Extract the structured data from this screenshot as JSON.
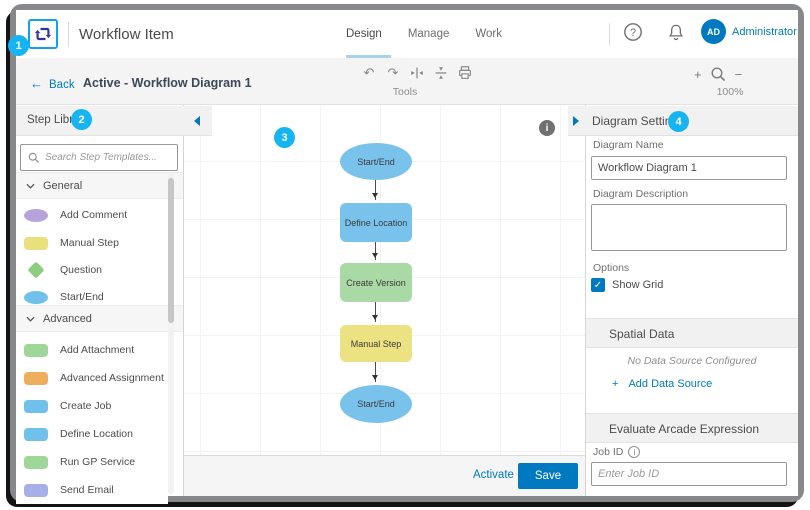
{
  "annotations": {
    "badge1": "1",
    "badge2": "2",
    "badge3": "3",
    "badge4": "4"
  },
  "icons": {
    "help": "?",
    "check": "✓",
    "info": "i",
    "back_arrow": "←",
    "undo": "↶",
    "redo": "↷",
    "plus": "+",
    "minus": "−",
    "add_plus": "+"
  },
  "header": {
    "title": "Workflow Item",
    "tabs": [
      {
        "label": "Design",
        "active": true
      },
      {
        "label": "Manage",
        "active": false
      },
      {
        "label": "Work",
        "active": false
      }
    ],
    "user": {
      "initials": "AD",
      "name": "Administrator"
    }
  },
  "toolbar": {
    "back_label": "Back",
    "diagram_title": "Active - Workflow Diagram 1",
    "tools_label": "Tools",
    "tool_icons": [
      "undo-icon",
      "redo-icon",
      "distribute-horizontal-icon",
      "distribute-vertical-icon",
      "print-icon"
    ],
    "zoom_icons": [
      "zoom-in-icon",
      "magnifier-icon",
      "zoom-out-icon"
    ],
    "zoom_level": "100%"
  },
  "step_library": {
    "title": "Step Library",
    "search_placeholder": "Search Step Templates...",
    "sections": [
      {
        "label": "General",
        "items": [
          {
            "label": "Add Comment",
            "shape": "ellipse",
            "color": "#b7a3db"
          },
          {
            "label": "Manual Step",
            "shape": "rounded-rect",
            "color": "#e9df7d"
          },
          {
            "label": "Question",
            "shape": "diamond",
            "color": "#8ecd80"
          },
          {
            "label": "Start/End",
            "shape": "ellipse",
            "color": "#6fc0ea"
          }
        ]
      },
      {
        "label": "Advanced",
        "items": [
          {
            "label": "Add Attachment",
            "shape": "rounded-rect",
            "color": "#9fd79a"
          },
          {
            "label": "Advanced Assignment",
            "shape": "rounded-rect",
            "color": "#efae5e"
          },
          {
            "label": "Create Job",
            "shape": "rounded-rect",
            "color": "#6fc0ea"
          },
          {
            "label": "Define Location",
            "shape": "rounded-rect",
            "color": "#6fc0ea"
          },
          {
            "label": "Run GP Service",
            "shape": "rounded-rect",
            "color": "#9fd79a"
          },
          {
            "label": "Send Email",
            "shape": "rounded-rect",
            "color": "#a7afe9"
          }
        ]
      }
    ]
  },
  "canvas": {
    "nodes": [
      {
        "label": "Start/End",
        "shape": "ellipse",
        "color": "#79c2ec"
      },
      {
        "label": "Define Location",
        "shape": "rounded-rect",
        "color": "#79c2ec"
      },
      {
        "label": "Create Version",
        "shape": "rounded-rect",
        "color": "#a9d9a4"
      },
      {
        "label": "Manual Step",
        "shape": "rounded-rect",
        "color": "#ece281"
      },
      {
        "label": "Start/End",
        "shape": "ellipse",
        "color": "#79c2ec"
      }
    ]
  },
  "footer": {
    "activate_label": "Activate",
    "save_label": "Save"
  },
  "diagram_settings": {
    "title": "Diagram Settings",
    "name_label": "Diagram Name",
    "name_value": "Workflow Diagram 1",
    "description_label": "Diagram Description",
    "description_value": "",
    "options_label": "Options",
    "show_grid_label": "Show Grid",
    "show_grid_checked": true,
    "spatial": {
      "title": "Spatial Data",
      "empty_text": "No Data Source Configured",
      "add_link_label": "Add Data Source"
    },
    "arcade": {
      "title": "Evaluate Arcade Expression",
      "job_id_label": "Job ID",
      "job_id_placeholder": "Enter Job ID"
    }
  },
  "colors": {
    "accent": "#0079c1",
    "annotation_badge": "#17b4f2",
    "save_button": "#0079c1",
    "avatar": "#0079c1"
  }
}
